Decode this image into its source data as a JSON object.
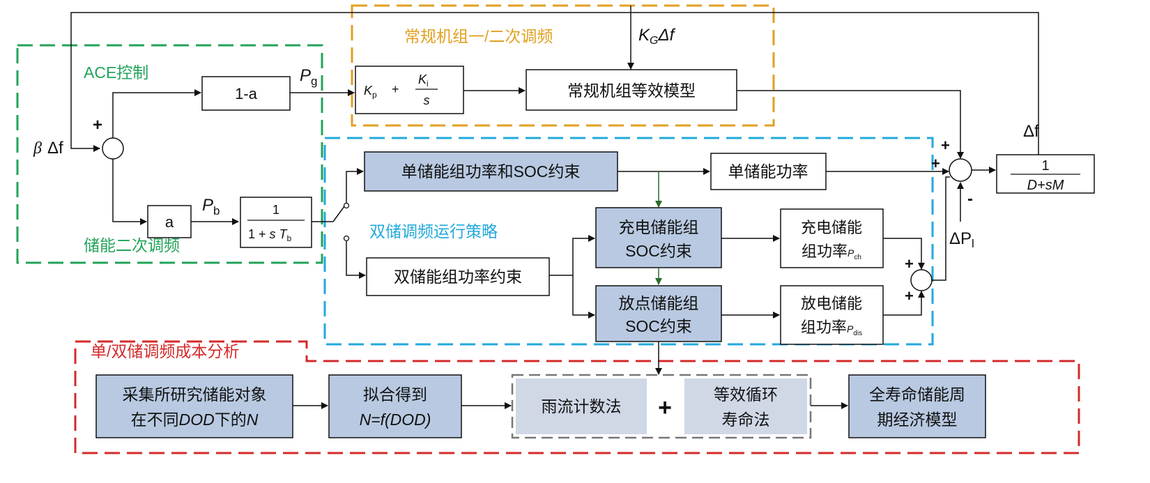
{
  "regions": {
    "conventional": "常规机组一/二次调频",
    "ace": "ACE控制",
    "storage_secondary": "储能二次调频",
    "dual_strategy": "双储调频运行策略",
    "cost_analysis": "单/双储调频成本分析"
  },
  "blocks": {
    "one_minus_a": "1-a",
    "a": "a",
    "pi_Kp": "K",
    "pi_Kp_sub": "p",
    "pi_plus": "+",
    "pi_Ki": "K",
    "pi_Ki_sub": "i",
    "pi_s": "s",
    "storage_tf_num": "1",
    "storage_tf_den_a": "1 + ",
    "storage_tf_den_s": "s",
    "storage_tf_den_T": "T",
    "storage_tf_den_sub": "b",
    "gen_model": "常规机组等效模型",
    "single_constraint": "单储能组功率和SOC约束",
    "single_power": "单储能功率",
    "dual_constraint": "双储能组功率约束",
    "charge_soc_line1": "充电储能组",
    "charge_soc_line2": "SOC约束",
    "discharge_soc_line1": "放点储能组",
    "discharge_soc_line2": "SOC约束",
    "charge_power_line1": "充电储能",
    "charge_power_line2": "组功率",
    "charge_power_sym": "P",
    "charge_power_sub": "ch",
    "discharge_power_line1": "放电储能",
    "discharge_power_line2": "组功率",
    "discharge_power_sym": "P",
    "discharge_power_sub": "dis",
    "grid_num": "1",
    "grid_den": "D+sM",
    "collect_line1": "采集所研究储能对象",
    "collect_line2_a": "在不同",
    "collect_line2_b": "DOD",
    "collect_line2_c": "下的",
    "collect_line2_d": "N",
    "fit_line1": "拟合得到",
    "fit_line2": "N=f(DOD)",
    "rainflow": "雨流计数法",
    "combine_plus": "+",
    "equiv_cycle_line1": "等效循环",
    "equiv_cycle_line2": "寿命法",
    "lifecycle_line1": "全寿命储能周",
    "lifecycle_line2": "期经济模型"
  },
  "signals": {
    "beta": "β",
    "df": "Δf",
    "pg": "P",
    "pg_sub": "g",
    "pb": "P",
    "pb_sub": "b",
    "kg": "K",
    "kg_sub": "G",
    "kg_df": "Δf",
    "df_out": "Δf",
    "dpl": "ΔP",
    "dpl_sub": "l"
  },
  "signs": {
    "ace_sum_plus": "+",
    "main_sum_top": "+",
    "main_sum_left": "+",
    "main_sum_bottom": "-",
    "storage_sum_top": "+",
    "storage_sum_bottom": "+"
  },
  "colors": {
    "ace_green": "#22a35a",
    "conv_orange": "#e0a020",
    "dual_blue": "#22a9dc",
    "cost_red": "#d42a2a",
    "block_fill": "#b8c9e1",
    "combo_fill": "#d0d8e6",
    "combo_border": "#777777"
  }
}
